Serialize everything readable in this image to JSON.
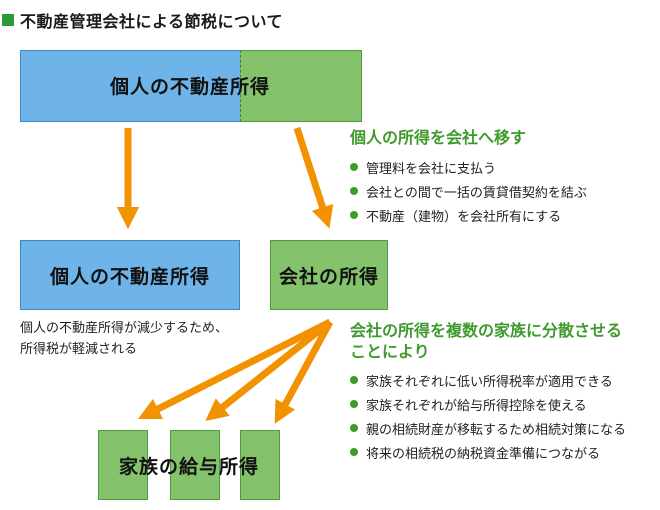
{
  "title": "不動産管理会社による節税について",
  "top_box": {
    "label": "個人の不動産所得"
  },
  "left_box": {
    "label": "個人の不動産所得"
  },
  "company_box": {
    "label": "会社の所得"
  },
  "family_box": {
    "label": "家族の給与所得"
  },
  "note": [
    "個人の不動産所得が減少するため、",
    "所得税が軽減される"
  ],
  "section1": {
    "heading": "個人の所得を会社へ移す",
    "items": [
      "管理料を会社に支払う",
      "会社との間で一括の賃貸借契約を結ぶ",
      "不動産（建物）を会社所有にする"
    ]
  },
  "section2": {
    "heading_lines": [
      "会社の所得を複数の家族に分散させる",
      "ことにより"
    ],
    "items": [
      "家族それぞれに低い所得税率が適用できる",
      "家族それぞれが給与所得控除を使える",
      "親の相続財産が移転するため相続対策になる",
      "将来の相続税の納税資金準備につながる"
    ]
  },
  "colors": {
    "blue": "#6fb4e8",
    "green": "#84c26c",
    "arrow": "#f39200",
    "accent_green": "#3f9a2e"
  }
}
